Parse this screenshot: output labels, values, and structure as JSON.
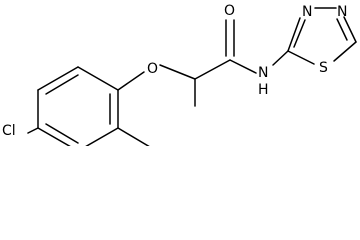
{
  "molecule": {
    "atoms": {
      "chlorine": "Cl",
      "ether_oxygen": "O",
      "carbonyl_oxygen": "O",
      "amide_nitrogen": "N",
      "amide_hydrogen": "H",
      "ring_sulfur": "S",
      "ring_nitrogen_1": "N",
      "ring_nitrogen_2": "N"
    },
    "colors": {
      "bond": "#000000",
      "label": "#000000",
      "background": "#ffffff"
    }
  }
}
